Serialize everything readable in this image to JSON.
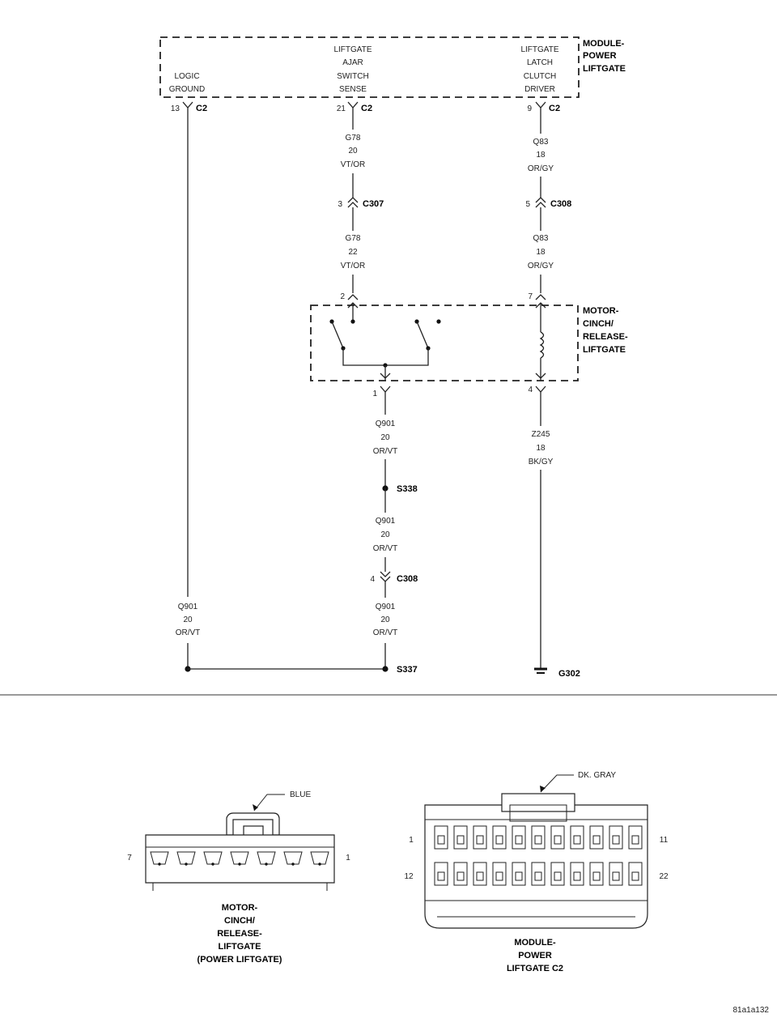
{
  "module": {
    "name_lines": [
      "MODULE-",
      "POWER",
      "LIFTGATE"
    ],
    "pin_logic_ground": [
      "LOGIC",
      "GROUND"
    ],
    "pin_ajar_sense": [
      "LIFTGATE",
      "AJAR",
      "SWITCH",
      "SENSE"
    ],
    "pin_clutch_driver": [
      "LIFTGATE",
      "LATCH",
      "CLUTCH",
      "DRIVER"
    ]
  },
  "connectors": {
    "c2_13": {
      "pin": "13",
      "name": "C2"
    },
    "c2_21": {
      "pin": "21",
      "name": "C2"
    },
    "c2_9": {
      "pin": "9",
      "name": "C2"
    },
    "c307_3": {
      "pin": "3",
      "name": "C307"
    },
    "c308_5": {
      "pin": "5",
      "name": "C308"
    },
    "c308_4": {
      "pin": "4",
      "name": "C308"
    },
    "motor_2": {
      "pin": "2"
    },
    "motor_7": {
      "pin": "7"
    },
    "motor_1": {
      "pin": "1"
    },
    "motor_4": {
      "pin": "4"
    }
  },
  "wires": {
    "g78_upper": [
      "G78",
      "20",
      "VT/OR"
    ],
    "g78_lower": [
      "G78",
      "22",
      "VT/OR"
    ],
    "q83_upper": [
      "Q83",
      "18",
      "OR/GY"
    ],
    "q83_lower": [
      "Q83",
      "18",
      "OR/GY"
    ],
    "q901_a": [
      "Q901",
      "20",
      "OR/VT"
    ],
    "q901_b": [
      "Q901",
      "20",
      "OR/VT"
    ],
    "q901_c": [
      "Q901",
      "20",
      "OR/VT"
    ],
    "q901_left": [
      "Q901",
      "20",
      "OR/VT"
    ],
    "z245": [
      "Z245",
      "18",
      "BK/GY"
    ]
  },
  "splices": {
    "s338": "S338",
    "s337": "S337"
  },
  "ground": {
    "g302": "G302"
  },
  "motor": {
    "name_lines": [
      "MOTOR-",
      "CINCH/",
      "RELEASE-",
      "LIFTGATE"
    ]
  },
  "connector_views": {
    "motor_conn": {
      "color": "BLUE",
      "pin_left": "7",
      "pin_right": "1",
      "caption": [
        "MOTOR-",
        "CINCH/",
        "RELEASE-",
        "LIFTGATE",
        "(POWER LIFTGATE)"
      ]
    },
    "module_conn": {
      "color": "DK. GRAY",
      "pin_tl": "1",
      "pin_tr": "11",
      "pin_bl": "12",
      "pin_br": "22",
      "caption": [
        "MODULE-",
        "POWER",
        "LIFTGATE C2"
      ]
    }
  },
  "figure_id": "81a1a132"
}
